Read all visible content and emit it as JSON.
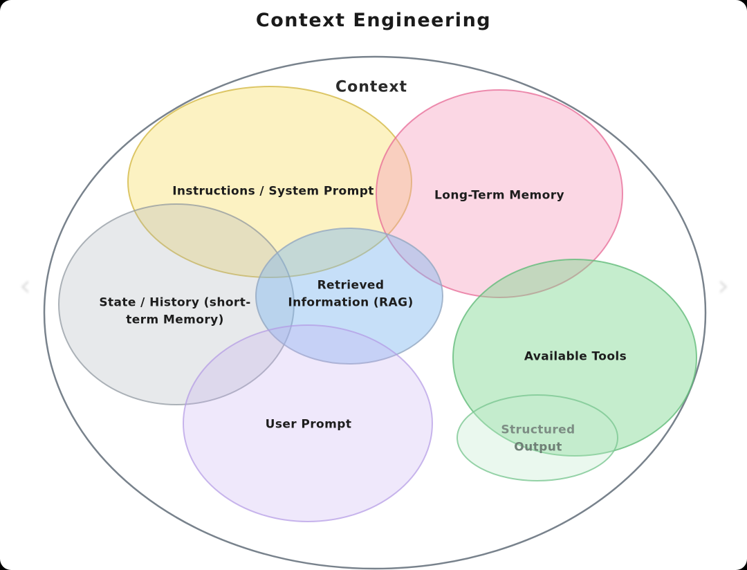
{
  "page": {
    "title": "Context Engineering"
  },
  "diagram": {
    "outer": {
      "label": "Context",
      "stroke": "#78828c"
    },
    "ellipses": {
      "instructions": {
        "label": "Instructions / System Prompt",
        "fill": "rgba(249,227,119,0.45)",
        "stroke": "rgba(208,180,60,0.75)"
      },
      "long_term_memory": {
        "label": "Long-Term Memory",
        "fill": "rgba(246,154,187,0.40)",
        "stroke": "rgba(231,105,149,0.75)"
      },
      "state_history": {
        "label": "State / History (short-term Memory)",
        "line1": "State / History (short-",
        "line2": "term Memory)",
        "fill": "rgba(170,175,182,0.28)",
        "stroke": "rgba(140,148,156,0.70)"
      },
      "retrieved_info": {
        "label": "Retrieved Information (RAG)",
        "line1": "Retrieved",
        "line2": "Information (RAG)",
        "fill": "rgba(128,184,240,0.45)",
        "stroke": "rgba(148,168,192,0.80)"
      },
      "user_prompt": {
        "label": "User Prompt",
        "fill": "rgba(198,172,240,0.28)",
        "stroke": "rgba(178,152,228,0.70)"
      },
      "available_tools": {
        "label": "Available Tools",
        "fill": "rgba(126,214,144,0.45)",
        "stroke": "rgba(99,188,122,0.80)"
      },
      "structured_output": {
        "label": "Structured Output",
        "line1": "Structured",
        "line2": "Output",
        "fill": "rgba(196,236,205,0.35)",
        "stroke": "rgba(124,199,146,0.80)",
        "text_color": "#7d8d84"
      }
    }
  },
  "nav": {
    "left_arrow": "‹",
    "right_arrow": "›"
  }
}
